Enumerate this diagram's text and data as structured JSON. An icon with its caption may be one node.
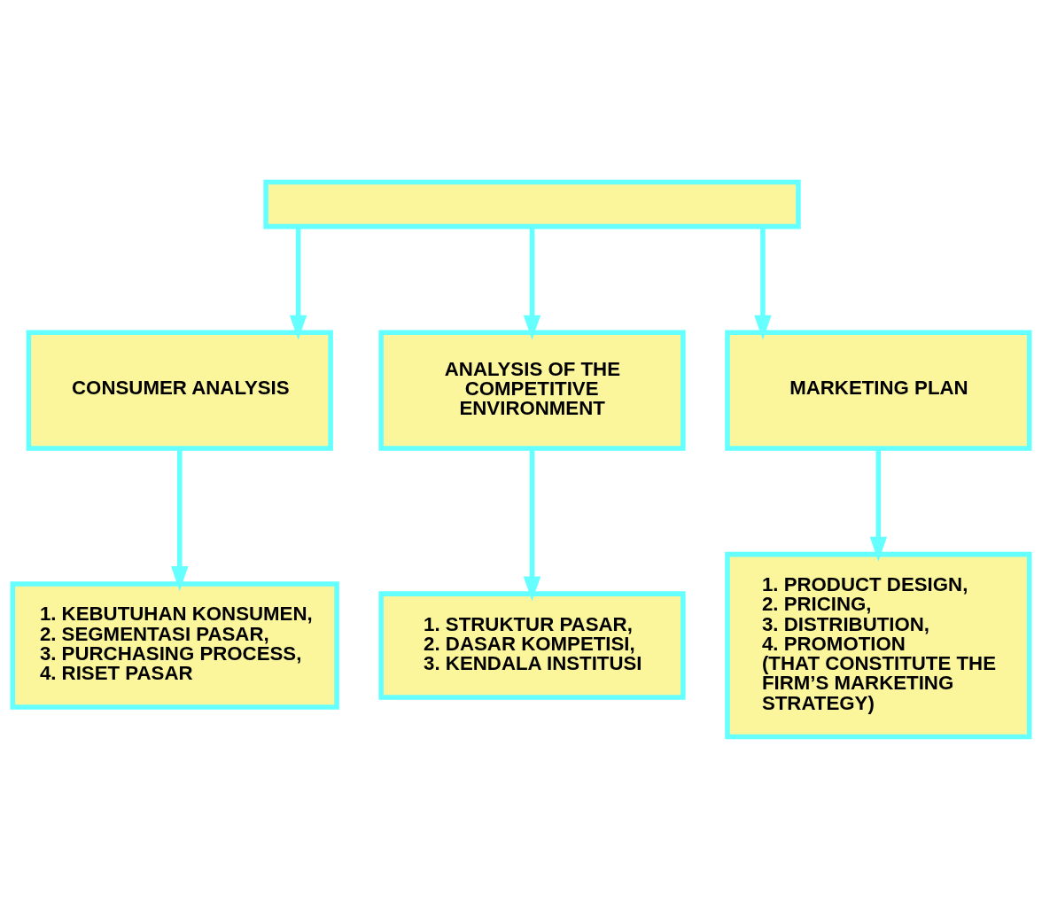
{
  "diagram": {
    "nodes": [
      {
        "text": [],
        "shape": "box"
      },
      {
        "text": [
          "CONSUMER ANALYSIS"
        ]
      },
      {
        "text": [
          "ANALYSIS OF THE COMPETITIVE ENVIRONMENT"
        ]
      },
      {
        "text": [
          "MARKETING PLAN"
        ]
      },
      {
        "text": [
          "1. KEBUTUHAN KONSUMEN,",
          "2. SEGMENTASI PASAR,",
          "3. PURCHASING PROCESS,",
          "4. RISET PASAR"
        ]
      },
      {
        "text": [
          "1. STRUKTUR PASAR,",
          "2. DASAR KOMPETISI,",
          "3. KENDALA INSTITUSI"
        ]
      },
      {
        "text": [
          "1. PRODUCT DESIGN,",
          "2. PRICING,",
          "3. DISTRIBUTION,",
          "4. PROMOTION",
          "(THAT CONSTITUTE THE FIRM’S MARKETING STRATEGY)"
        ]
      }
    ],
    "edges": [
      {
        "from": 0,
        "to": 1,
        "arrow": "to"
      },
      {
        "from": 0,
        "to": 2,
        "arrow": "to"
      },
      {
        "from": 0,
        "to": 3,
        "arrow": "to"
      },
      {
        "from": 1,
        "to": 4,
        "arrow": "to"
      },
      {
        "from": 2,
        "to": 5,
        "arrow": "to"
      },
      {
        "from": 3,
        "to": 6,
        "arrow": "to"
      }
    ]
  }
}
